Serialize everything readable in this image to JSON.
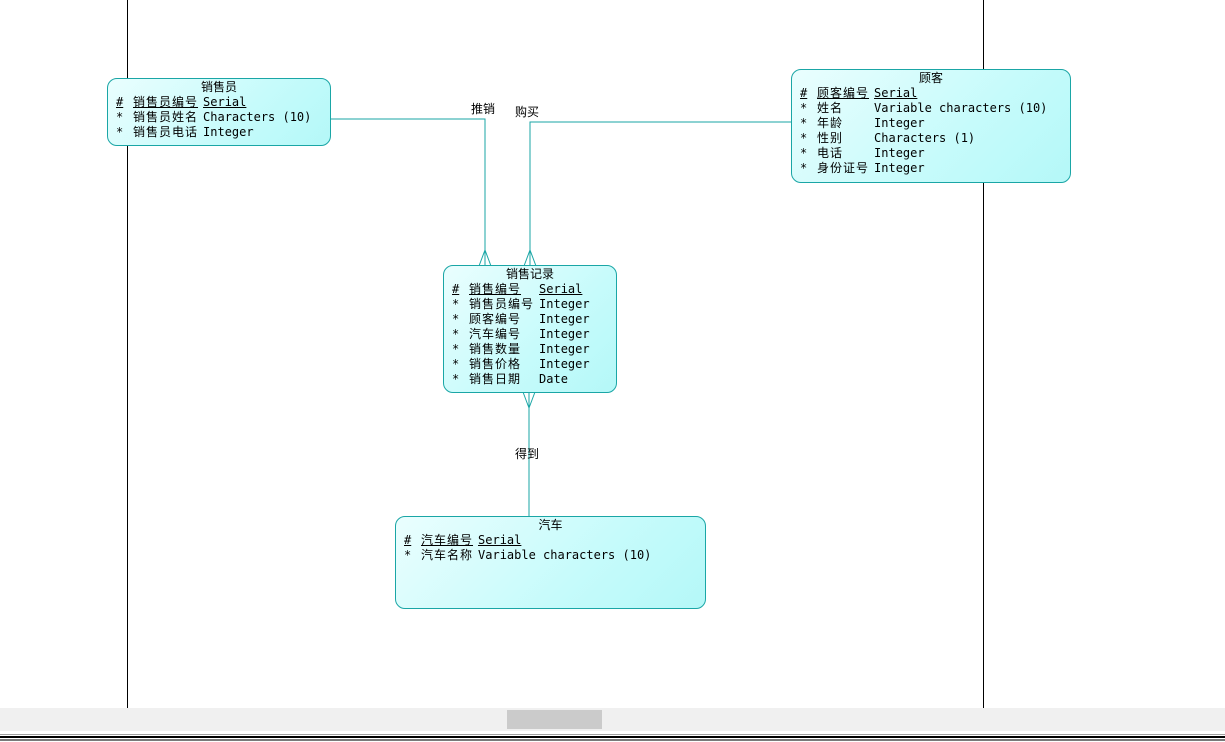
{
  "diagram": {
    "entities": {
      "salesperson": {
        "title": "销售员",
        "attributes": [
          {
            "sym": "#",
            "name": "销售员编号",
            "type": "Serial",
            "pk": true
          },
          {
            "sym": "*",
            "name": "销售员姓名",
            "type": "Characters (10)",
            "pk": false
          },
          {
            "sym": "*",
            "name": "销售员电话",
            "type": "Integer",
            "pk": false
          }
        ]
      },
      "customer": {
        "title": "顾客",
        "attributes": [
          {
            "sym": "#",
            "name": "顾客编号",
            "type": "Serial",
            "pk": true
          },
          {
            "sym": "*",
            "name": "姓名",
            "type": "Variable characters (10)",
            "pk": false
          },
          {
            "sym": "*",
            "name": "年龄",
            "type": "Integer",
            "pk": false
          },
          {
            "sym": "*",
            "name": "性别",
            "type": "Characters (1)",
            "pk": false
          },
          {
            "sym": "*",
            "name": "电话",
            "type": "Integer",
            "pk": false
          },
          {
            "sym": "*",
            "name": "身份证号",
            "type": "Integer",
            "pk": false
          }
        ]
      },
      "sales_record": {
        "title": "销售记录",
        "attributes": [
          {
            "sym": "#",
            "name": "销售编号",
            "type": "Serial",
            "pk": true
          },
          {
            "sym": "*",
            "name": "销售员编号",
            "type": "Integer",
            "pk": false
          },
          {
            "sym": "*",
            "name": "顾客编号",
            "type": "Integer",
            "pk": false
          },
          {
            "sym": "*",
            "name": "汽车编号",
            "type": "Integer",
            "pk": false
          },
          {
            "sym": "*",
            "name": "销售数量",
            "type": "Integer",
            "pk": false
          },
          {
            "sym": "*",
            "name": "销售价格",
            "type": "Integer",
            "pk": false
          },
          {
            "sym": "*",
            "name": "销售日期",
            "type": "Date",
            "pk": false
          }
        ]
      },
      "car": {
        "title": "汽车",
        "attributes": [
          {
            "sym": "#",
            "name": "汽车编号",
            "type": "Serial",
            "pk": true
          },
          {
            "sym": "*",
            "name": "汽车名称",
            "type": "Variable characters (10)",
            "pk": false
          }
        ]
      }
    },
    "relationships": {
      "promote": {
        "label": "推销",
        "from": "销售员",
        "to": "销售记录",
        "cardinality": "one-to-many"
      },
      "purchase": {
        "label": "购买",
        "from": "顾客",
        "to": "销售记录",
        "cardinality": "one-to-many"
      },
      "obtain": {
        "label": "得到",
        "from": "汽车",
        "to": "销售记录",
        "cardinality": "one-to-many"
      }
    },
    "colors": {
      "entity_border": "#1aa6a6",
      "entity_fill": "#c6fbfb",
      "link": "#1aa6a6"
    }
  }
}
